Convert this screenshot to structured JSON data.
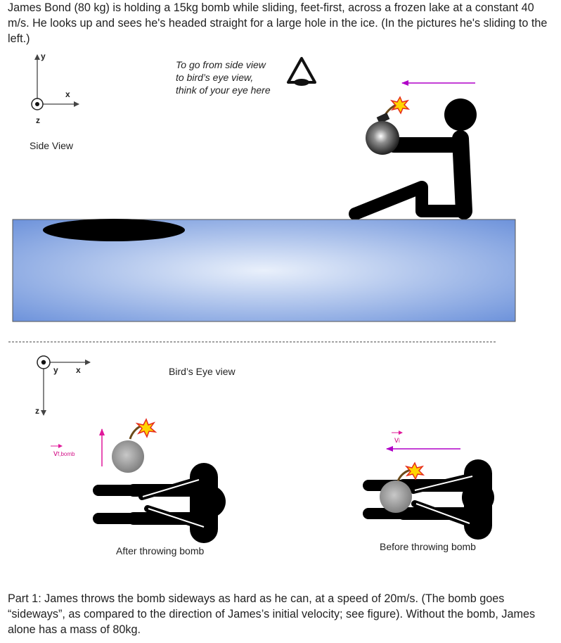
{
  "intro_text": "James Bond (80 kg) is holding a 15kg bomb while sliding, feet-first, across a frozen lake at a constant 40 m/s.  He looks up and sees he's headed straight for a large hole in the ice.  (In the pictures he's sliding to the left.)",
  "side_view": {
    "label": "Side View",
    "axes": {
      "y": "y",
      "x": "x",
      "z": "z"
    },
    "eye_note": [
      "To go from side view",
      "to bird’s eye view,",
      "think of your eye here"
    ]
  },
  "birds_eye": {
    "label": "Bird’s Eye view",
    "axes": {
      "y": "y",
      "x": "x",
      "z": "z"
    },
    "after_caption": "After throwing bomb",
    "before_caption": "Before throwing bomb",
    "vf_symbol": "v",
    "vf_subscript": "f,bomb",
    "vi_symbol": "v",
    "vi_subscript": "i"
  },
  "part1_text": "Part 1: James throws the bomb sideways as hard as he can, at a speed of 20m/s.  (The bomb goes “sideways”, as compared to the direction of James’s initial velocity; see figure). Without the bomb, James alone has a mass of 80kg.",
  "colors": {
    "arrow_magenta": "#b000c8",
    "arrow_pink": "#e0189a",
    "ice_edge": "#6e93db",
    "ice_center": "#e9f0fb"
  }
}
